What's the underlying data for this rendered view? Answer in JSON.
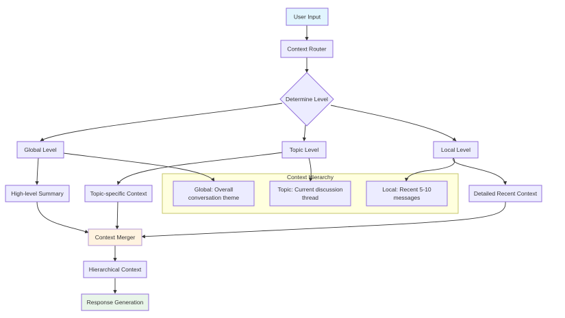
{
  "diagram": {
    "nodes": {
      "user_input": "User Input",
      "context_router": "Context Router",
      "determine_level": "Determine Level",
      "global_level": "Global Level",
      "topic_level": "Topic Level",
      "local_level": "Local Level",
      "high_level_summary": "High-level Summary",
      "topic_specific_context": "Topic-specific Context",
      "detailed_recent_context": "Detailed Recent Context",
      "context_merger": "Context Merger",
      "hierarchical_context": "Hierarchical Context",
      "response_generation": "Response Generation"
    },
    "cluster": {
      "title": "Context Hierarchy",
      "global_lines": [
        "Global: Overall",
        "conversation theme"
      ],
      "topic_lines": [
        "Topic: Current discussion",
        "thread"
      ],
      "local_lines": [
        "Local: Recent 5-10",
        "messages"
      ]
    }
  },
  "colors": {
    "node_fill": "#ececff",
    "node_stroke": "#9370db",
    "input_fill": "#e1f5fe",
    "merger_fill": "#fff3e0",
    "output_fill": "#e8f5e9",
    "cluster_fill": "#ffffde",
    "edge": "#333333"
  }
}
